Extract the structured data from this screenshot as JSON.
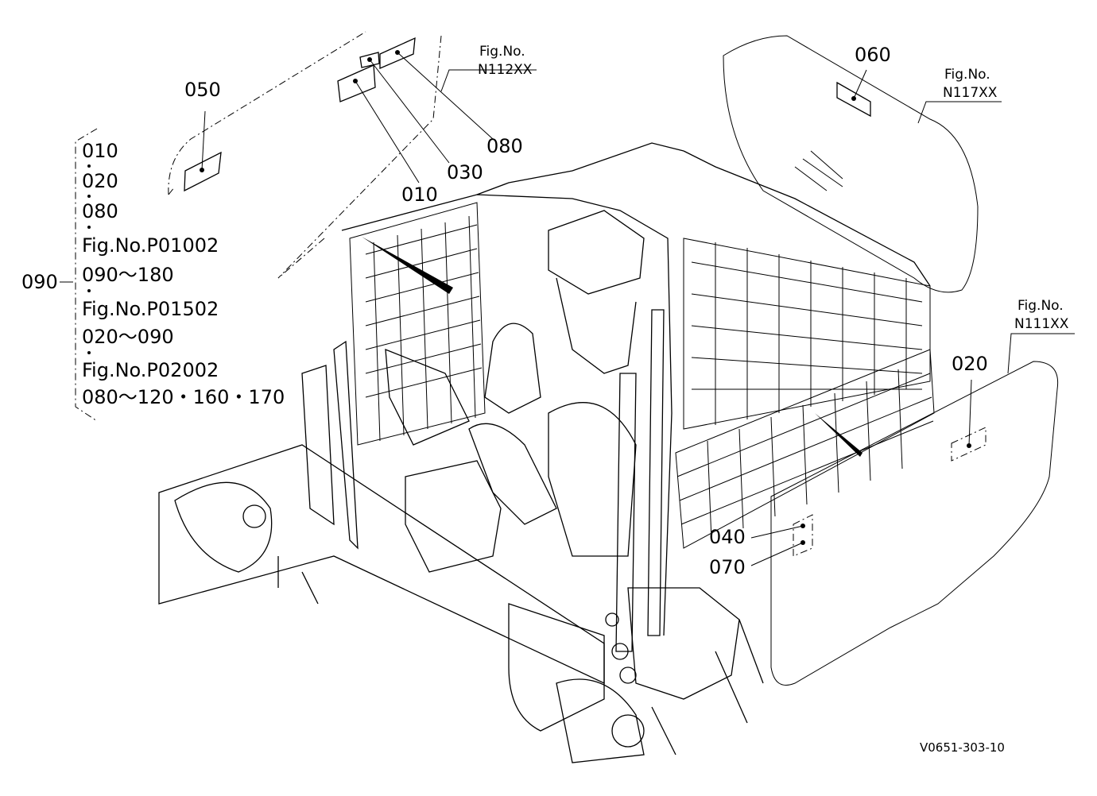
{
  "parts": {
    "p050": "050",
    "p010": "010",
    "p030": "030",
    "p080": "080",
    "p060": "060",
    "p020": "020",
    "p040": "040",
    "p070": "070",
    "p090": "090"
  },
  "figure_refs": {
    "left": {
      "heading": "Fig.No.",
      "code": "N112XX"
    },
    "upper_right": {
      "heading": "Fig.No.",
      "code": "N117XX"
    },
    "right": {
      "heading": "Fig.No.",
      "code": "N111XX"
    }
  },
  "group_090": {
    "lines": [
      "010",
      "020",
      "080",
      "Fig.No.P01002",
      "090～180",
      "Fig.No.P01502",
      "020～090",
      "Fig.No.P02002",
      "080～120・160・170"
    ]
  },
  "document_code": "V0651-303-10"
}
